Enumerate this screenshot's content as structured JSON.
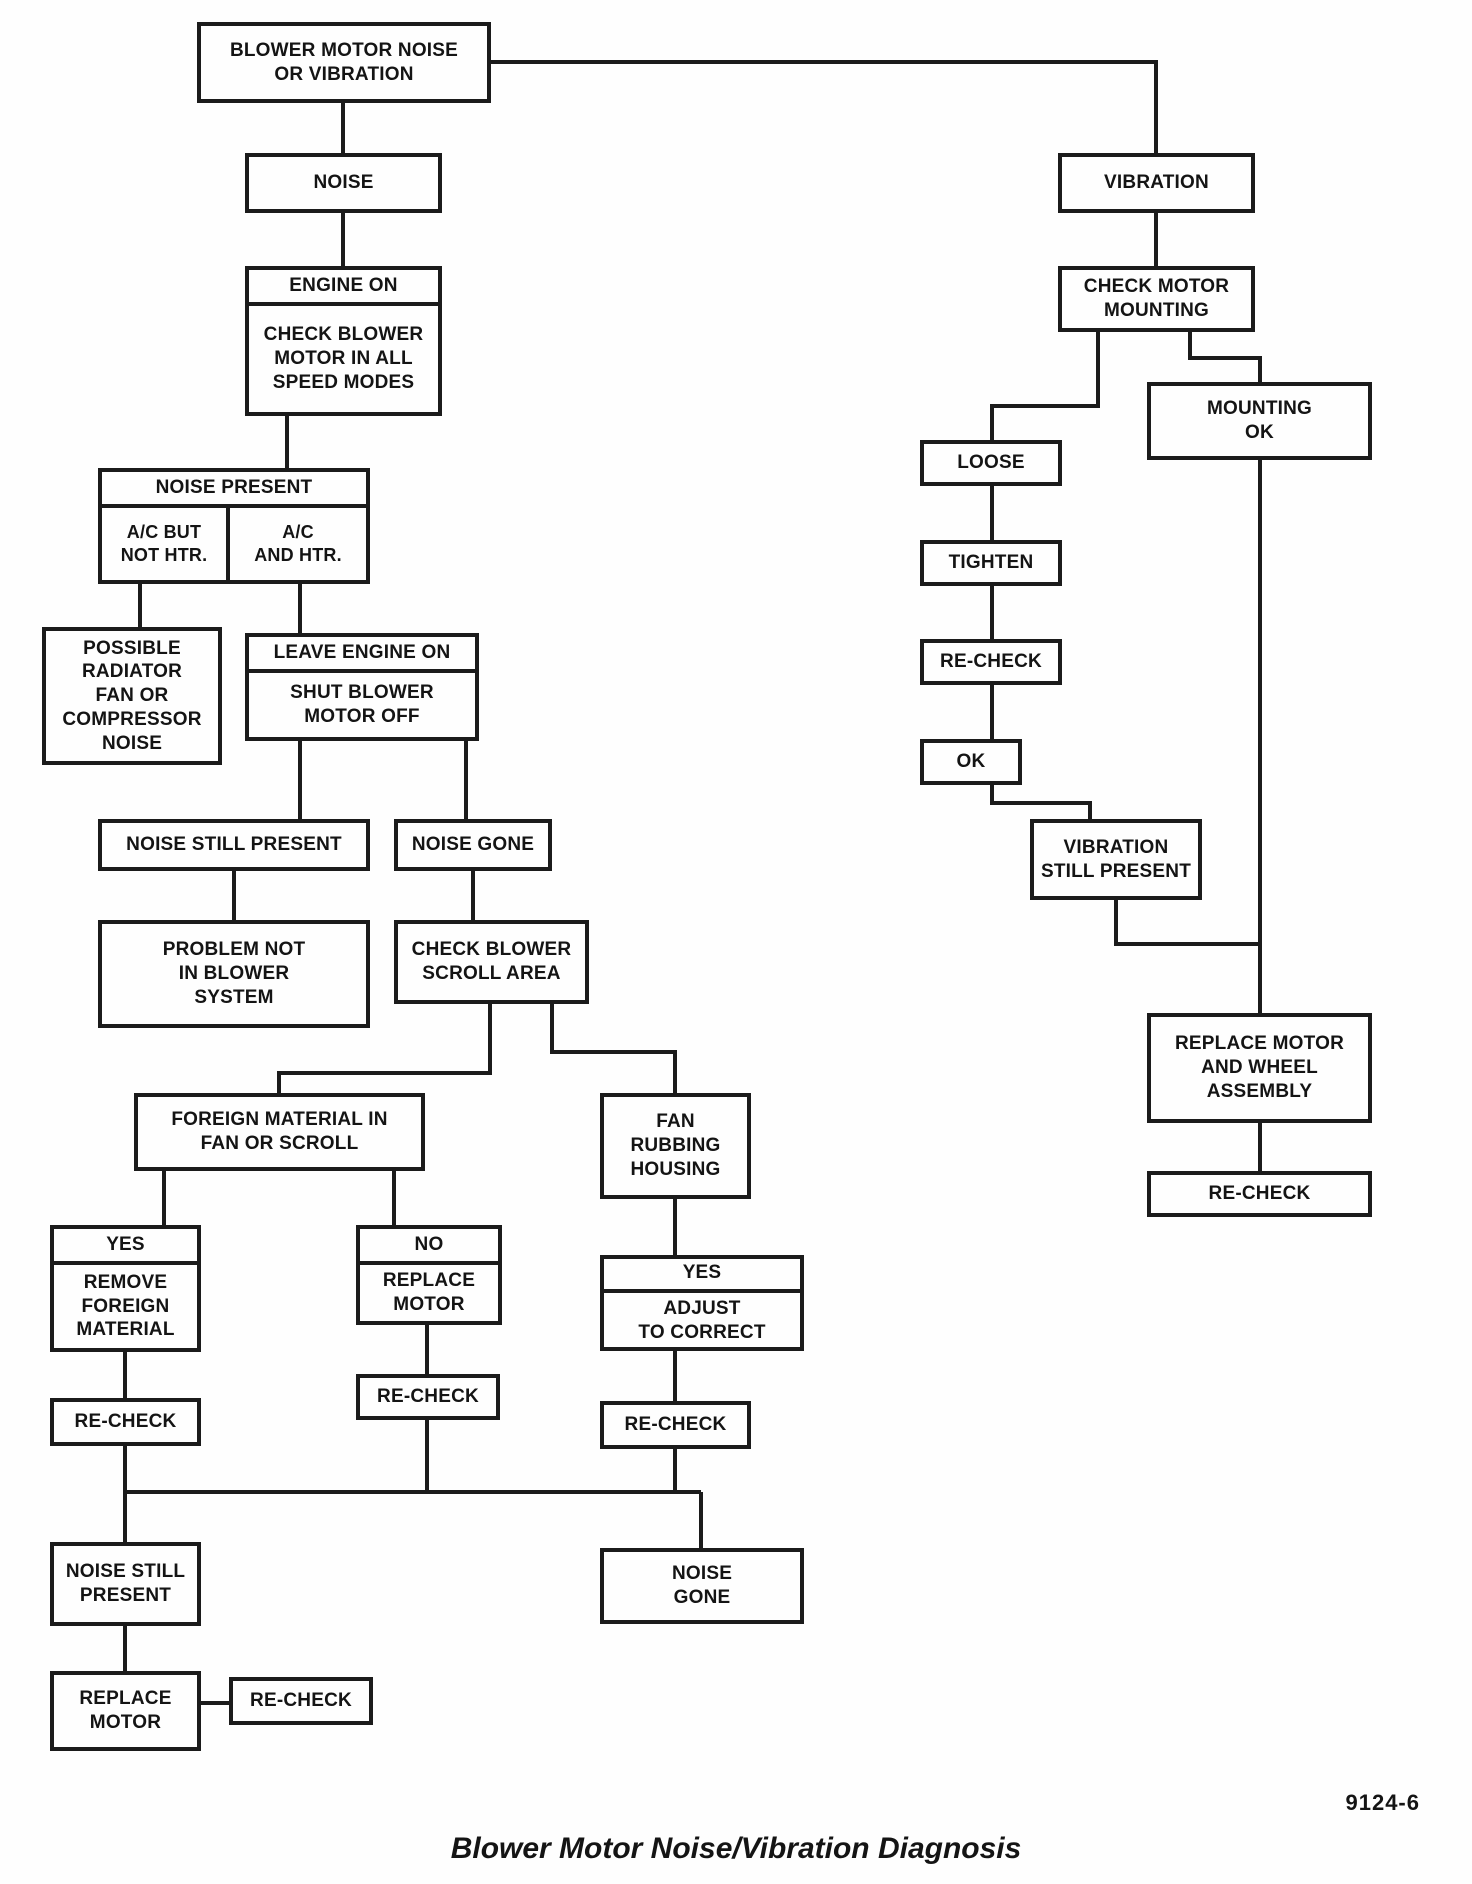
{
  "figure": {
    "caption": "Blower Motor Noise/Vibration Diagnosis",
    "number": "9124-6"
  },
  "colors": {
    "line": "#1b1b1b",
    "background": "#fefefe"
  },
  "nodes": {
    "root": {
      "label": "BLOWER MOTOR NOISE\nOR VIBRATION"
    },
    "noise": {
      "label": "NOISE"
    },
    "vibration": {
      "label": "VIBRATION"
    },
    "engine_on": {
      "header": "ENGINE ON",
      "body": "CHECK BLOWER\nMOTOR IN ALL\nSPEED MODES"
    },
    "noise_present": {
      "header": "NOISE PRESENT",
      "left": "A/C BUT\nNOT HTR.",
      "right": "A/C\nAND HTR."
    },
    "radiator": {
      "label": "POSSIBLE\nRADIATOR\nFAN OR\nCOMPRESSOR\nNOISE"
    },
    "leave_engine": {
      "header": "LEAVE ENGINE ON",
      "body": "SHUT BLOWER\nMOTOR OFF"
    },
    "noise_still_1": {
      "label": "NOISE STILL PRESENT"
    },
    "noise_gone_1": {
      "label": "NOISE GONE"
    },
    "problem_not": {
      "label": "PROBLEM NOT\nIN BLOWER\nSYSTEM"
    },
    "check_scroll": {
      "label": "CHECK BLOWER\nSCROLL AREA"
    },
    "foreign_material": {
      "label": "FOREIGN MATERIAL IN\nFAN OR SCROLL"
    },
    "fan_rubbing": {
      "label": "FAN\nRUBBING\nHOUSING"
    },
    "yes_remove": {
      "header": "YES",
      "body": "REMOVE\nFOREIGN\nMATERIAL"
    },
    "no_replace": {
      "header": "NO",
      "body": "REPLACE\nMOTOR"
    },
    "recheck_1": {
      "label": "RE-CHECK"
    },
    "recheck_2": {
      "label": "RE-CHECK"
    },
    "yes_adjust": {
      "header": "YES",
      "body": "ADJUST\nTO CORRECT"
    },
    "recheck_3": {
      "label": "RE-CHECK"
    },
    "noise_still_2": {
      "label": "NOISE STILL\nPRESENT"
    },
    "noise_gone_2": {
      "label": "NOISE\nGONE"
    },
    "replace_motor_2": {
      "label": "REPLACE\nMOTOR"
    },
    "recheck_4": {
      "label": "RE-CHECK"
    },
    "check_mounting": {
      "label": "CHECK MOTOR\nMOUNTING"
    },
    "loose": {
      "label": "LOOSE"
    },
    "mounting_ok": {
      "label": "MOUNTING\nOK"
    },
    "tighten": {
      "label": "TIGHTEN"
    },
    "recheck_r1": {
      "label": "RE-CHECK"
    },
    "ok": {
      "label": "OK"
    },
    "vibration_still": {
      "label": "VIBRATION\nSTILL PRESENT"
    },
    "replace_wheel": {
      "label": "REPLACE MOTOR\nAND WHEEL\nASSEMBLY"
    },
    "recheck_r2": {
      "label": "RE-CHECK"
    }
  }
}
